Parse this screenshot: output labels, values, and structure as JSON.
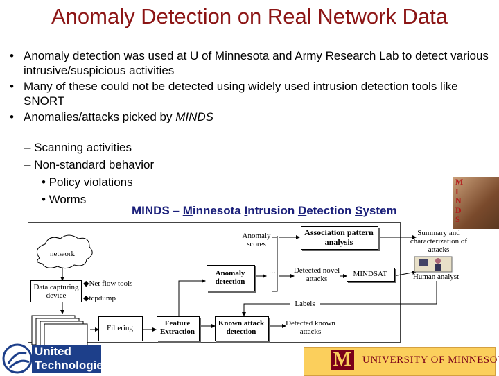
{
  "slide": {
    "title": "Anomaly Detection on Real Network Data",
    "bullets": [
      "Anomaly detection was used at U of Minnesota and Army Research Lab to detect various intrusive/suspicious activities",
      "Many of these could not be detected using widely used intrusion detection tools like SNORT",
      "Anomalies/attacks picked by MINDS"
    ],
    "bullet3_prefix": "Anomalies/attacks picked by ",
    "bullet3_em": "MINDS",
    "sub_items": [
      "– Scanning activities",
      "– Non-standard behavior"
    ],
    "sub_sub_items": [
      "• Policy violations",
      "• Worms"
    ]
  },
  "diagram": {
    "title_parts": [
      "MINDS – ",
      "M",
      "innesota ",
      "I",
      "ntrusion ",
      "D",
      "etection ",
      "S",
      "ystem"
    ],
    "network": "network",
    "data_capturing": "Data capturing device",
    "net_flow": "Net flow tools",
    "tcpdump": "tcpdump",
    "filtering": "Filtering",
    "feature_extraction": "Feature Extraction",
    "known_attack": "Known attack detection",
    "detected_known": "Detected known attacks",
    "anomaly_scores": "Anomaly scores",
    "anomaly_detection": "Anomaly detection",
    "association": "Association pattern analysis",
    "detected_novel": "Detected novel attacks",
    "mindsat": "MINDSAT",
    "labels": "Labels",
    "summary": "Summary and characterization of attacks",
    "human_analyst": "Human analyst",
    "ellipsis": "…"
  },
  "side_label": [
    "M",
    "I",
    "N",
    "D",
    "S"
  ],
  "logos": {
    "left": [
      "United",
      "Technologies"
    ],
    "right": "UNIVERSITY OF MINNESOTA"
  },
  "colors": {
    "title": "#8b1414",
    "minds_title": "#1a1f7a",
    "maroon": "#7a0019",
    "gold": "#fbcf5c"
  }
}
